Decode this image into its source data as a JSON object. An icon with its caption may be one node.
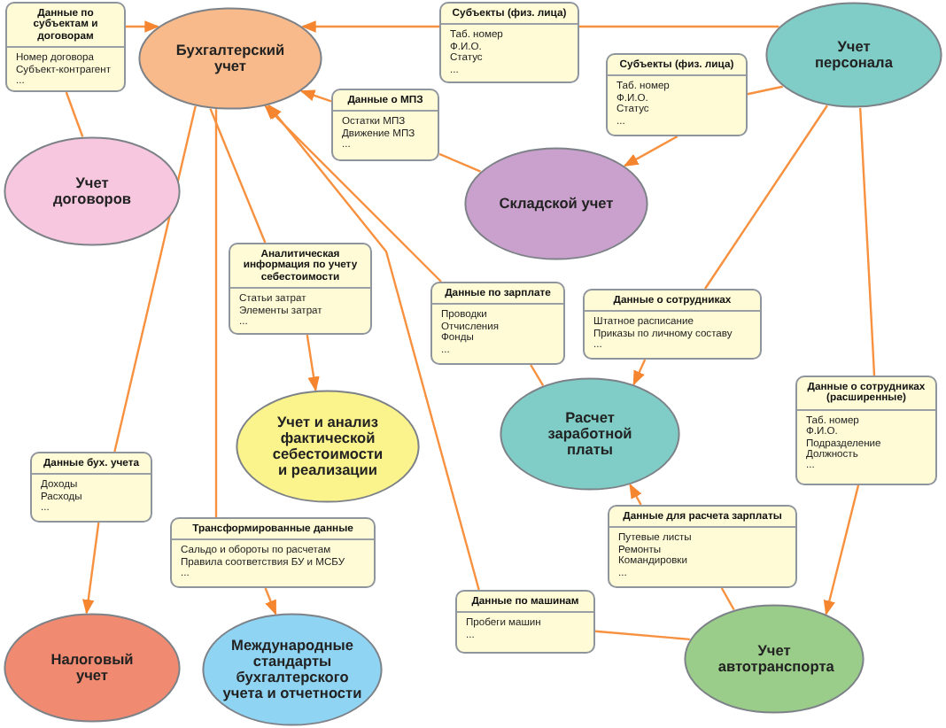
{
  "diagram": {
    "nodes": [
      {
        "text": [
          "Бухгалтерский учет"
        ]
      },
      {
        "text": [
          "Данные по субъектам и договорам",
          "Номер договора",
          "Субъект-контрагент",
          "..."
        ]
      },
      {
        "text": [
          "Субъекты (физ. лица)",
          "Таб. номер",
          "Ф.И.О.",
          "Статус",
          "..."
        ]
      },
      {
        "text": [
          "Учет персонала"
        ]
      },
      {
        "text": [
          "Учет договоров"
        ]
      },
      {
        "text": [
          "Данные о МПЗ",
          "Остатки МПЗ",
          "Движение МПЗ",
          "..."
        ]
      },
      {
        "text": [
          "Субъекты (физ. лица)",
          "Таб. номер",
          "Ф.И.О.",
          "Статус",
          "..."
        ]
      },
      {
        "text": [
          "Складской учет"
        ]
      },
      {
        "text": [
          "Аналитическая информация по учету себестоимости",
          "Статьи затрат",
          "Элементы затрат",
          "..."
        ]
      },
      {
        "text": [
          "Данные по зарплате",
          "Проводки",
          "Отчисления",
          "Фонды",
          "..."
        ]
      },
      {
        "text": [
          "Данные о сотрудниках",
          "Штатное расписание",
          "Приказы по личному составу",
          "..."
        ]
      },
      {
        "text": [
          "Учет и анализ фактической себестоимости и реализации"
        ]
      },
      {
        "text": [
          "Расчет заработной платы"
        ]
      },
      {
        "text": [
          "Данные о сотрудниках (расширенные)",
          "Таб. номер",
          "Ф.И.О.",
          "Подразделение",
          "Должность",
          "..."
        ]
      },
      {
        "text": [
          "Данные бух. учета",
          "Доходы",
          "Расходы",
          "..."
        ]
      },
      {
        "text": [
          "Трансформированные данные",
          "Сальдо и обороты по расчетам",
          "Правила соответствия БУ и МСБУ",
          "..."
        ]
      },
      {
        "text": [
          "Данные для расчета зарплаты",
          "Путевые листы",
          "Ремонты",
          "Командировки",
          "..."
        ]
      },
      {
        "text": [
          "Налоговый учет"
        ]
      },
      {
        "text": [
          "Международные стандарты бухгалтерского учета и отчетности"
        ]
      },
      {
        "text": [
          "Данные по машинам",
          "Пробеги машин",
          "..."
        ]
      },
      {
        "text": [
          "Учет автотранспорта"
        ]
      }
    ],
    "edges": [
      {
        "from": 4,
        "to": 1,
        "arrow": "none"
      },
      {
        "from": 1,
        "to": 0,
        "arrow": "to"
      },
      {
        "from": 3,
        "to": 2,
        "arrow": "none"
      },
      {
        "from": 2,
        "to": 0,
        "arrow": "to"
      },
      {
        "from": 3,
        "to": 6,
        "arrow": "none"
      },
      {
        "from": 6,
        "to": 7,
        "arrow": "to"
      },
      {
        "from": 7,
        "to": 5,
        "arrow": "none"
      },
      {
        "from": 5,
        "to": 0,
        "arrow": "to"
      },
      {
        "from": 0,
        "to": 8,
        "arrow": "none"
      },
      {
        "from": 8,
        "to": 11,
        "arrow": "to"
      },
      {
        "from": 9,
        "to": 0,
        "arrow": "to"
      },
      {
        "from": 12,
        "to": 9,
        "arrow": "none"
      },
      {
        "from": 3,
        "to": 10,
        "arrow": "none"
      },
      {
        "from": 10,
        "to": 12,
        "arrow": "to"
      },
      {
        "from": 3,
        "to": 13,
        "arrow": "none"
      },
      {
        "from": 13,
        "to": 20,
        "arrow": "to"
      },
      {
        "from": 0,
        "to": 14,
        "arrow": "none"
      },
      {
        "from": 14,
        "to": 17,
        "arrow": "to"
      },
      {
        "from": 0,
        "to": 15,
        "arrow": "none"
      },
      {
        "from": 15,
        "to": 18,
        "arrow": "to"
      },
      {
        "from": 20,
        "to": 16,
        "arrow": "none"
      },
      {
        "from": 16,
        "to": 12,
        "arrow": "to"
      },
      {
        "from": 20,
        "to": 19,
        "arrow": "none"
      },
      {
        "from": 19,
        "to": 0,
        "arrow": "to"
      }
    ]
  }
}
